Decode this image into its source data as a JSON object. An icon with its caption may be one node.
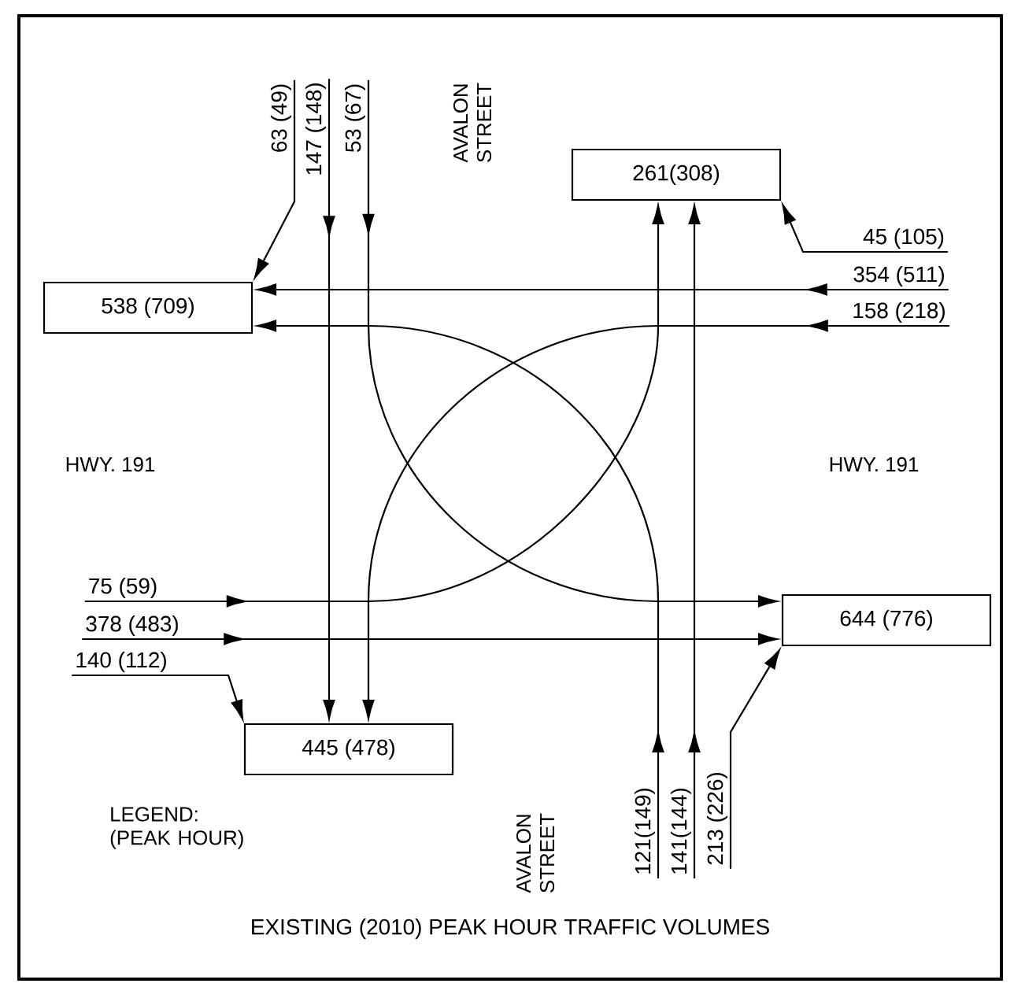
{
  "diagram": {
    "caption": "EXISTING (2010) PEAK HOUR TRAFFIC VOLUMES",
    "nodes": [
      {
        "text": [
          "63 (49)"
        ]
      },
      {
        "text": [
          "147 (148)"
        ]
      },
      {
        "text": [
          "53 (67)"
        ]
      },
      {
        "text": [
          "261(308)"
        ]
      },
      {
        "text": [
          "45 (105)"
        ]
      },
      {
        "text": [
          "354 (511)"
        ]
      },
      {
        "text": [
          "538 (709)"
        ]
      },
      {
        "text": [
          "158 (218)"
        ]
      },
      {
        "text": [
          "75 (59)"
        ]
      },
      {
        "text": [
          "378 (483)"
        ]
      },
      {
        "text": [
          "644 (776)"
        ]
      },
      {
        "text": [
          "140 (112)"
        ]
      },
      {
        "text": [
          "445 (478)"
        ]
      },
      {
        "text": [
          "121(149)"
        ]
      },
      {
        "text": [
          "141(144)"
        ]
      },
      {
        "text": [
          "213 (226)"
        ]
      }
    ],
    "edges": [
      {
        "from": 0,
        "to": 6,
        "arrow": "to"
      },
      {
        "from": 1,
        "to": 12,
        "arrow": "to"
      },
      {
        "from": 2,
        "to": 10,
        "arrow": "to"
      },
      {
        "from": 4,
        "to": 3,
        "arrow": "to"
      },
      {
        "from": 5,
        "to": 6,
        "arrow": "to"
      },
      {
        "from": 7,
        "to": 12,
        "arrow": "to"
      },
      {
        "from": 8,
        "to": 3,
        "arrow": "to"
      },
      {
        "from": 9,
        "to": 10,
        "arrow": "to"
      },
      {
        "from": 11,
        "to": 12,
        "arrow": "to"
      },
      {
        "from": 13,
        "to": 6,
        "arrow": "to"
      },
      {
        "from": 14,
        "to": 3,
        "arrow": "to"
      },
      {
        "from": 15,
        "to": 10,
        "arrow": "to"
      }
    ],
    "labels": [
      "AVALON STREET",
      "HWY. 191",
      "HWY. 191",
      "AVALON STREET",
      "LEGEND: (PEAK HOUR)"
    ]
  }
}
